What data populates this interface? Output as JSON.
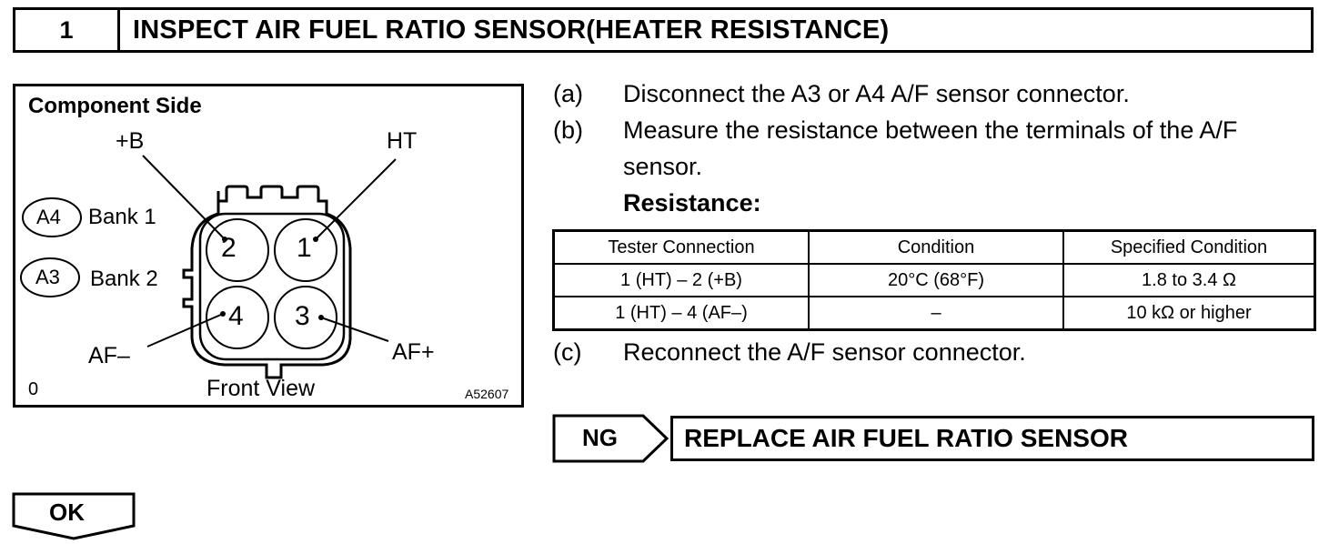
{
  "step": {
    "number": "1",
    "title": "INSPECT AIR FUEL RATIO SENSOR(HEATER RESISTANCE)"
  },
  "diagram": {
    "heading": "Component Side",
    "terminal_labels": {
      "b_plus": "+B",
      "ht": "HT",
      "af_minus": "AF–",
      "af_plus": "AF+"
    },
    "pins": [
      "2",
      "1",
      "4",
      "3"
    ],
    "connectors": [
      {
        "code": "A4",
        "bank": "Bank 1"
      },
      {
        "code": "A3",
        "bank": "Bank 2"
      }
    ],
    "view_label": "Front View",
    "corner_mark": "0",
    "figure_code": "A52607"
  },
  "instructions": [
    {
      "letter": "(a)",
      "text": "Disconnect the A3 or A4 A/F sensor connector."
    },
    {
      "letter": "(b)",
      "text_line1": "Measure the resistance between the terminals of the A/F",
      "text_line2": "sensor."
    },
    {
      "letter": "(c)",
      "text": "Reconnect the A/F sensor connector."
    }
  ],
  "resistance_label": "Resistance:",
  "table": {
    "headers": [
      "Tester Connection",
      "Condition",
      "Specified Condition"
    ],
    "rows": [
      [
        "1 (HT) – 2 (+B)",
        "20°C (68°F)",
        "1.8 to 3.4 Ω"
      ],
      [
        "1 (HT) – 4 (AF–)",
        "–",
        "10 kΩ or higher"
      ]
    ]
  },
  "ng": {
    "label": "NG",
    "action": "REPLACE AIR FUEL RATIO SENSOR"
  },
  "ok": {
    "label": "OK"
  }
}
